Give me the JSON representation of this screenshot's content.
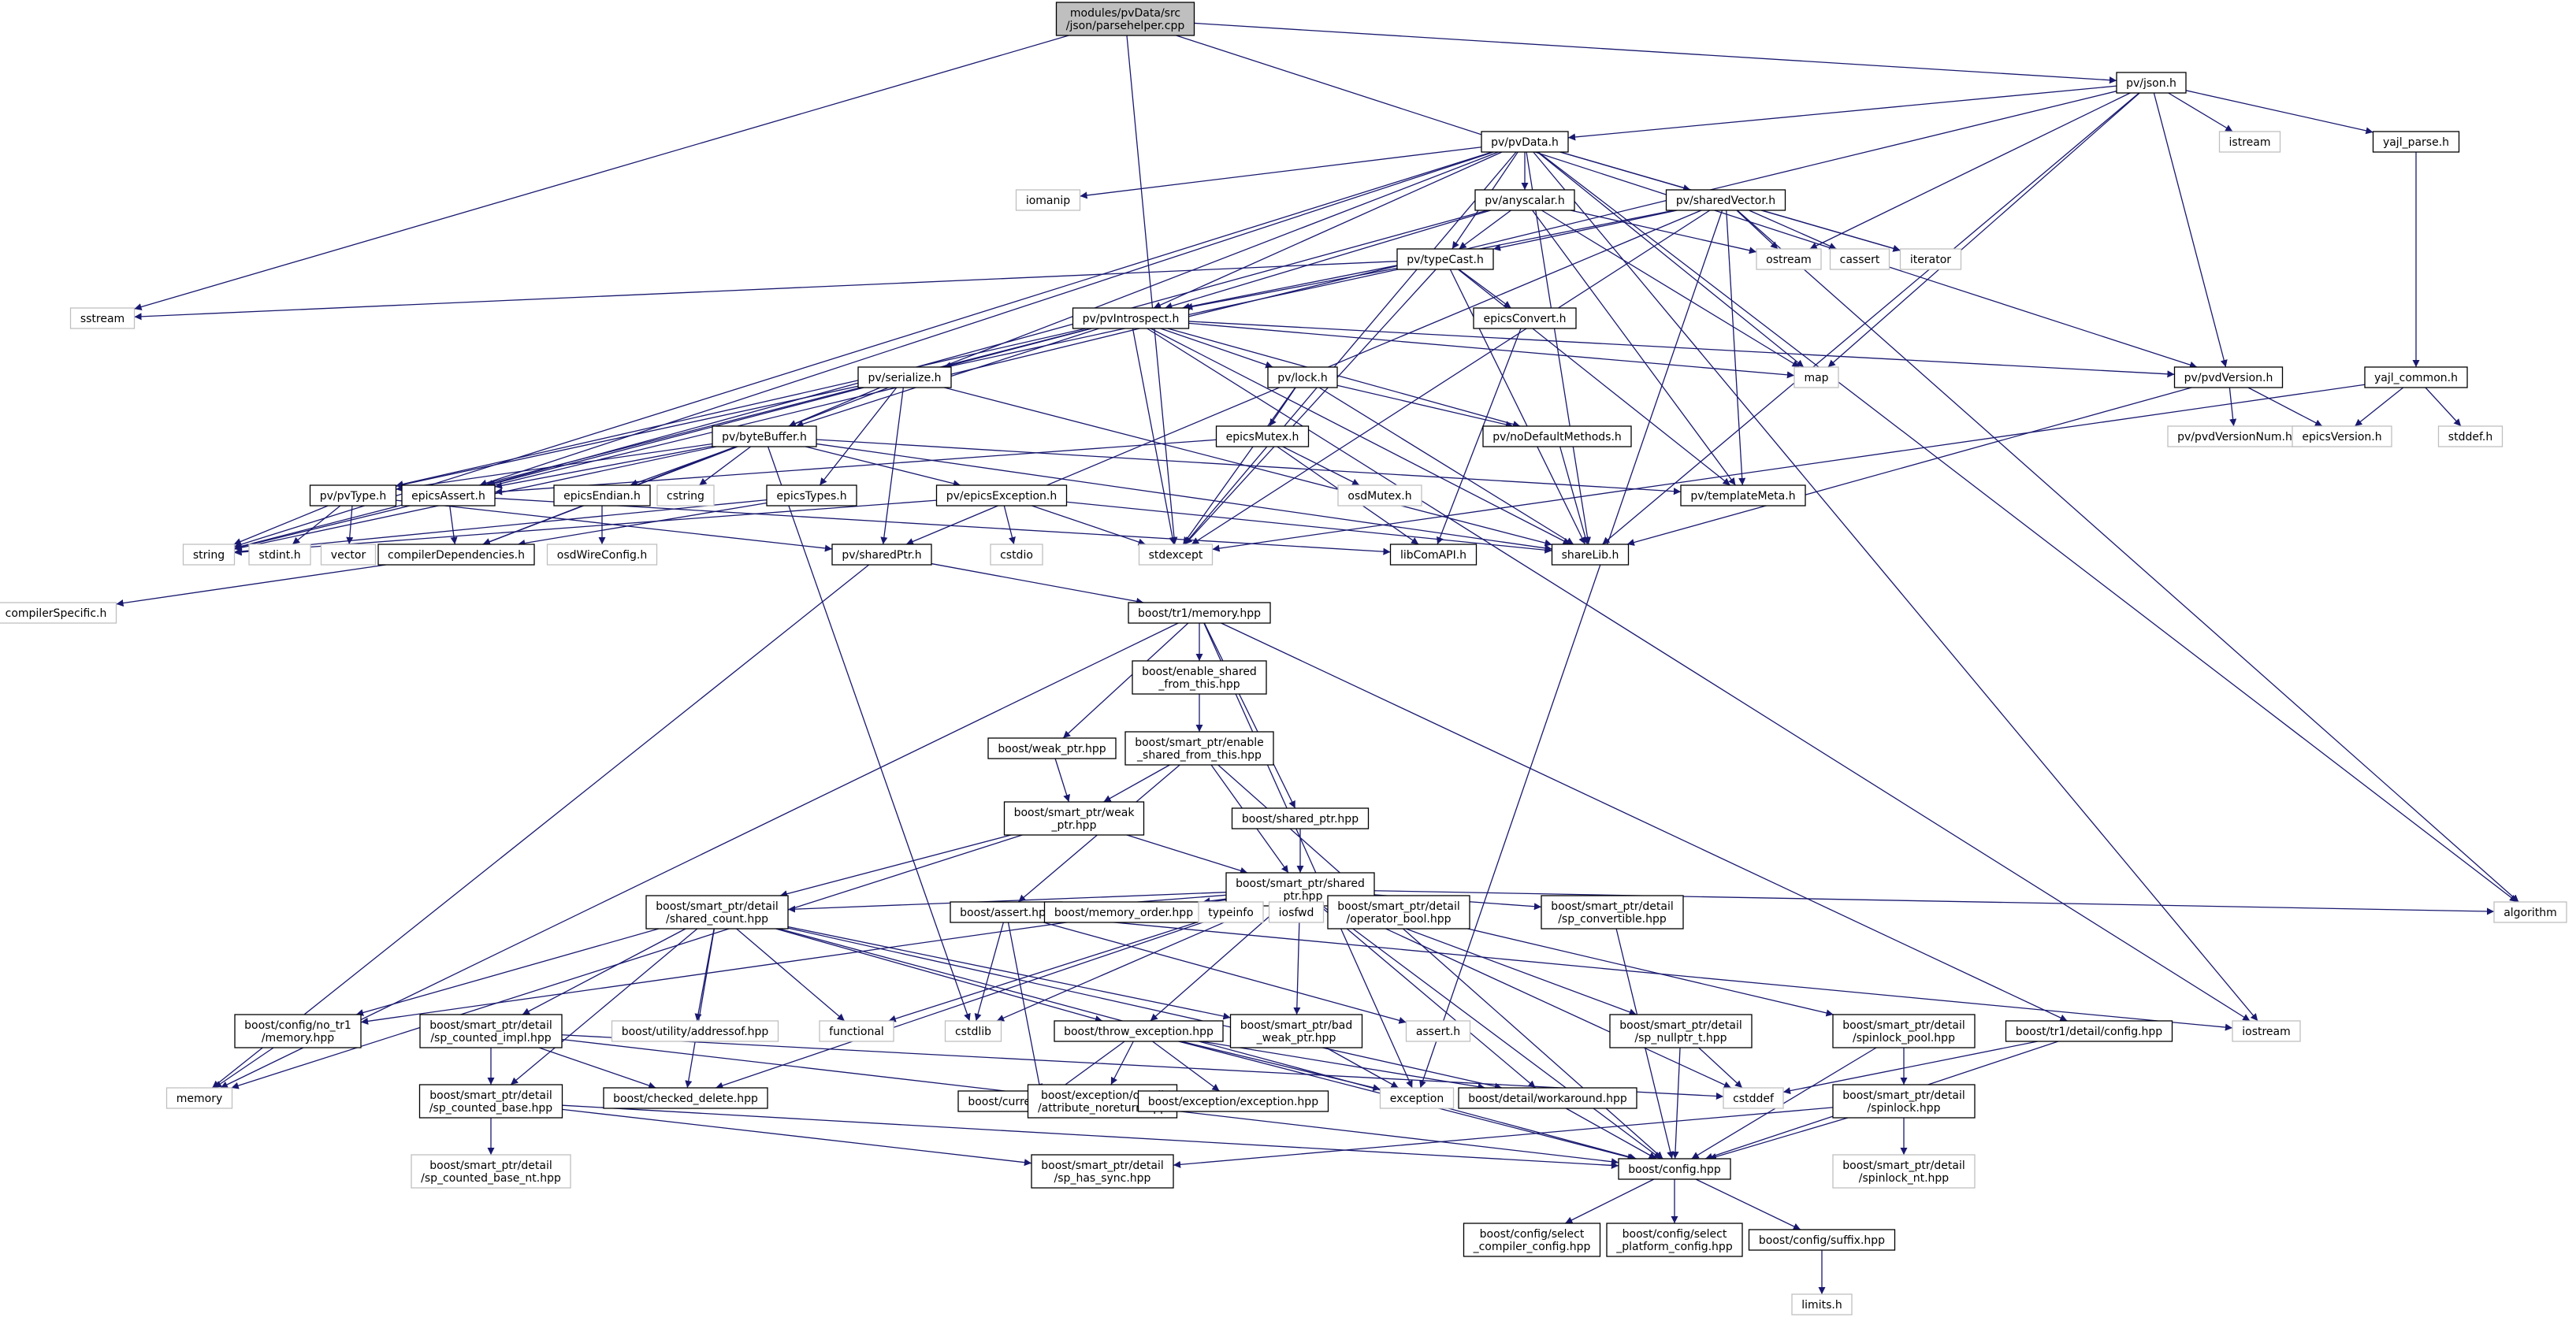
{
  "colors": {
    "edge": "#191970",
    "node_border": "#000000",
    "system_border": "#bfbfbf",
    "root_fill": "#bfbfbf",
    "node_fill": "#ffffff",
    "text": "#000000"
  },
  "nodes": [
    {
      "id": "n0",
      "lines": [
        "modules/pvData/src",
        "/json/parsehelper.cpp"
      ],
      "kind": "root"
    },
    {
      "id": "n1",
      "lines": [
        "pv/json.h"
      ],
      "kind": "file"
    },
    {
      "id": "n2",
      "lines": [
        "sstream"
      ],
      "kind": "system"
    },
    {
      "id": "n3",
      "lines": [
        "pv/pvData.h"
      ],
      "kind": "file"
    },
    {
      "id": "n4",
      "lines": [
        "istream"
      ],
      "kind": "system"
    },
    {
      "id": "n5",
      "lines": [
        "yajl_parse.h"
      ],
      "kind": "file"
    },
    {
      "id": "n6",
      "lines": [
        "iomanip"
      ],
      "kind": "system"
    },
    {
      "id": "n7",
      "lines": [
        "pv/anyscalar.h"
      ],
      "kind": "file"
    },
    {
      "id": "n8",
      "lines": [
        "pv/sharedVector.h"
      ],
      "kind": "file"
    },
    {
      "id": "n9",
      "lines": [
        "ostream"
      ],
      "kind": "system"
    },
    {
      "id": "n10",
      "lines": [
        "cassert"
      ],
      "kind": "system"
    },
    {
      "id": "n11",
      "lines": [
        "iterator"
      ],
      "kind": "system"
    },
    {
      "id": "n12",
      "lines": [
        "pv/typeCast.h"
      ],
      "kind": "file"
    },
    {
      "id": "n13",
      "lines": [
        "epicsConvert.h"
      ],
      "kind": "file"
    },
    {
      "id": "n14",
      "lines": [
        "pv/pvIntrospect.h"
      ],
      "kind": "file"
    },
    {
      "id": "n15",
      "lines": [
        "map"
      ],
      "kind": "system"
    },
    {
      "id": "n16",
      "lines": [
        "pv/pvdVersion.h"
      ],
      "kind": "file"
    },
    {
      "id": "n17",
      "lines": [
        "yajl_common.h"
      ],
      "kind": "file"
    },
    {
      "id": "n18",
      "lines": [
        "pv/serialize.h"
      ],
      "kind": "file"
    },
    {
      "id": "n19",
      "lines": [
        "pv/lock.h"
      ],
      "kind": "file"
    },
    {
      "id": "n20",
      "lines": [
        "pv/byteBuffer.h"
      ],
      "kind": "file"
    },
    {
      "id": "n21",
      "lines": [
        "epicsMutex.h"
      ],
      "kind": "file"
    },
    {
      "id": "n22",
      "lines": [
        "pv/noDefaultMethods.h"
      ],
      "kind": "file"
    },
    {
      "id": "n23",
      "lines": [
        "pv/pvdVersionNum.h"
      ],
      "kind": "system"
    },
    {
      "id": "n24",
      "lines": [
        "epicsVersion.h"
      ],
      "kind": "system"
    },
    {
      "id": "n25",
      "lines": [
        "stddef.h"
      ],
      "kind": "system"
    },
    {
      "id": "n26",
      "lines": [
        "pv/pvType.h"
      ],
      "kind": "file"
    },
    {
      "id": "n27",
      "lines": [
        "epicsAssert.h"
      ],
      "kind": "file"
    },
    {
      "id": "n28",
      "lines": [
        "epicsEndian.h"
      ],
      "kind": "file"
    },
    {
      "id": "n29",
      "lines": [
        "cstring"
      ],
      "kind": "system"
    },
    {
      "id": "n30",
      "lines": [
        "epicsTypes.h"
      ],
      "kind": "file"
    },
    {
      "id": "n31",
      "lines": [
        "pv/epicsException.h"
      ],
      "kind": "file"
    },
    {
      "id": "n32",
      "lines": [
        "osdMutex.h"
      ],
      "kind": "system"
    },
    {
      "id": "n33",
      "lines": [
        "pv/templateMeta.h"
      ],
      "kind": "file"
    },
    {
      "id": "n34",
      "lines": [
        "string"
      ],
      "kind": "system"
    },
    {
      "id": "n35",
      "lines": [
        "stdint.h"
      ],
      "kind": "system"
    },
    {
      "id": "n36",
      "lines": [
        "vector"
      ],
      "kind": "system"
    },
    {
      "id": "n37",
      "lines": [
        "compilerDependencies.h"
      ],
      "kind": "file"
    },
    {
      "id": "n38",
      "lines": [
        "osdWireConfig.h"
      ],
      "kind": "system"
    },
    {
      "id": "n39",
      "lines": [
        "pv/sharedPtr.h"
      ],
      "kind": "file"
    },
    {
      "id": "n40",
      "lines": [
        "cstdio"
      ],
      "kind": "system"
    },
    {
      "id": "n41",
      "lines": [
        "stdexcept"
      ],
      "kind": "system"
    },
    {
      "id": "n42",
      "lines": [
        "libComAPI.h"
      ],
      "kind": "file"
    },
    {
      "id": "n43",
      "lines": [
        "shareLib.h"
      ],
      "kind": "file"
    },
    {
      "id": "n44",
      "lines": [
        "compilerSpecific.h"
      ],
      "kind": "system"
    },
    {
      "id": "n45",
      "lines": [
        "boost/tr1/memory.hpp"
      ],
      "kind": "file"
    },
    {
      "id": "n46",
      "lines": [
        "boost/enable_shared",
        "_from_this.hpp"
      ],
      "kind": "file"
    },
    {
      "id": "n47",
      "lines": [
        "boost/weak_ptr.hpp"
      ],
      "kind": "file"
    },
    {
      "id": "n48",
      "lines": [
        "boost/smart_ptr/enable",
        "_shared_from_this.hpp"
      ],
      "kind": "file"
    },
    {
      "id": "n49",
      "lines": [
        "boost/smart_ptr/weak",
        "_ptr.hpp"
      ],
      "kind": "file"
    },
    {
      "id": "n50",
      "lines": [
        "boost/shared_ptr.hpp"
      ],
      "kind": "file"
    },
    {
      "id": "n51",
      "lines": [
        "boost/smart_ptr/shared",
        "_ptr.hpp"
      ],
      "kind": "file"
    },
    {
      "id": "n52",
      "lines": [
        "boost/smart_ptr/detail",
        "/shared_count.hpp"
      ],
      "kind": "file"
    },
    {
      "id": "n53",
      "lines": [
        "boost/assert.hpp"
      ],
      "kind": "file"
    },
    {
      "id": "n54",
      "lines": [
        "boost/memory_order.hpp"
      ],
      "kind": "file"
    },
    {
      "id": "n55",
      "lines": [
        "typeinfo"
      ],
      "kind": "system"
    },
    {
      "id": "n56",
      "lines": [
        "iosfwd"
      ],
      "kind": "system"
    },
    {
      "id": "n57",
      "lines": [
        "boost/smart_ptr/detail",
        "/operator_bool.hpp"
      ],
      "kind": "file"
    },
    {
      "id": "n58",
      "lines": [
        "boost/smart_ptr/detail",
        "/sp_convertible.hpp"
      ],
      "kind": "file"
    },
    {
      "id": "n59",
      "lines": [
        "algorithm"
      ],
      "kind": "system"
    },
    {
      "id": "n60",
      "lines": [
        "boost/config/no_tr1",
        "/memory.hpp"
      ],
      "kind": "file"
    },
    {
      "id": "n61",
      "lines": [
        "boost/smart_ptr/detail",
        "/sp_counted_impl.hpp"
      ],
      "kind": "file"
    },
    {
      "id": "n62",
      "lines": [
        "boost/utility/addressof.hpp"
      ],
      "kind": "system"
    },
    {
      "id": "n63",
      "lines": [
        "functional"
      ],
      "kind": "system"
    },
    {
      "id": "n64",
      "lines": [
        "cstdlib"
      ],
      "kind": "system"
    },
    {
      "id": "n65",
      "lines": [
        "boost/throw_exception.hpp"
      ],
      "kind": "file"
    },
    {
      "id": "n66",
      "lines": [
        "boost/smart_ptr/bad",
        "_weak_ptr.hpp"
      ],
      "kind": "file"
    },
    {
      "id": "n67",
      "lines": [
        "assert.h"
      ],
      "kind": "system"
    },
    {
      "id": "n68",
      "lines": [
        "boost/smart_ptr/detail",
        "/sp_nullptr_t.hpp"
      ],
      "kind": "file"
    },
    {
      "id": "n69",
      "lines": [
        "boost/smart_ptr/detail",
        "/spinlock_pool.hpp"
      ],
      "kind": "file"
    },
    {
      "id": "n70",
      "lines": [
        "iostream"
      ],
      "kind": "system"
    },
    {
      "id": "n71",
      "lines": [
        "boost/tr1/detail/config.hpp"
      ],
      "kind": "file"
    },
    {
      "id": "n72",
      "lines": [
        "memory"
      ],
      "kind": "system"
    },
    {
      "id": "n73",
      "lines": [
        "boost/smart_ptr/detail",
        "/sp_counted_base.hpp"
      ],
      "kind": "file"
    },
    {
      "id": "n74",
      "lines": [
        "boost/checked_delete.hpp"
      ],
      "kind": "file"
    },
    {
      "id": "n75",
      "lines": [
        "boost/current_function.hpp"
      ],
      "kind": "file"
    },
    {
      "id": "n76",
      "lines": [
        "boost/exception/detail",
        "/attribute_noreturn.hpp"
      ],
      "kind": "file"
    },
    {
      "id": "n77",
      "lines": [
        "boost/exception/exception.hpp"
      ],
      "kind": "file"
    },
    {
      "id": "n78",
      "lines": [
        "exception"
      ],
      "kind": "system"
    },
    {
      "id": "n79",
      "lines": [
        "boost/detail/workaround.hpp"
      ],
      "kind": "file"
    },
    {
      "id": "n80",
      "lines": [
        "cstddef"
      ],
      "kind": "system"
    },
    {
      "id": "n81",
      "lines": [
        "boost/smart_ptr/detail",
        "/spinlock.hpp"
      ],
      "kind": "file"
    },
    {
      "id": "n82",
      "lines": [
        "boost/smart_ptr/detail",
        "/sp_counted_base_nt.hpp"
      ],
      "kind": "system"
    },
    {
      "id": "n83",
      "lines": [
        "boost/smart_ptr/detail",
        "/sp_has_sync.hpp"
      ],
      "kind": "file"
    },
    {
      "id": "n84",
      "lines": [
        "boost/config.hpp"
      ],
      "kind": "file"
    },
    {
      "id": "n85",
      "lines": [
        "boost/smart_ptr/detail",
        "/spinlock_nt.hpp"
      ],
      "kind": "system"
    },
    {
      "id": "n86",
      "lines": [
        "boost/config/select",
        "_compiler_config.hpp"
      ],
      "kind": "file"
    },
    {
      "id": "n87",
      "lines": [
        "boost/config/select",
        "_platform_config.hpp"
      ],
      "kind": "file"
    },
    {
      "id": "n88",
      "lines": [
        "boost/config/suffix.hpp"
      ],
      "kind": "file"
    },
    {
      "id": "n89",
      "lines": [
        "limits.h"
      ],
      "kind": "system"
    }
  ],
  "edges": [
    [
      "n0",
      "n1"
    ],
    [
      "n0",
      "n2"
    ],
    [
      "n0",
      "n41"
    ],
    [
      "n0",
      "n16"
    ],
    [
      "n1",
      "n3"
    ],
    [
      "n1",
      "n34"
    ],
    [
      "n1",
      "n4"
    ],
    [
      "n1",
      "n5"
    ],
    [
      "n1",
      "n9"
    ],
    [
      "n1",
      "n15"
    ],
    [
      "n1",
      "n16"
    ],
    [
      "n1",
      "n43"
    ],
    [
      "n3",
      "n6"
    ],
    [
      "n3",
      "n7"
    ],
    [
      "n3",
      "n8"
    ],
    [
      "n3",
      "n12"
    ],
    [
      "n3",
      "n14"
    ],
    [
      "n3",
      "n15"
    ],
    [
      "n3",
      "n11"
    ],
    [
      "n3",
      "n34"
    ],
    [
      "n3",
      "n41"
    ],
    [
      "n3",
      "n27"
    ],
    [
      "n3",
      "n37"
    ],
    [
      "n3",
      "n59"
    ],
    [
      "n3",
      "n70"
    ],
    [
      "n3",
      "n43"
    ],
    [
      "n5",
      "n17"
    ],
    [
      "n7",
      "n9"
    ],
    [
      "n7",
      "n12"
    ],
    [
      "n7",
      "n14"
    ],
    [
      "n7",
      "n15"
    ],
    [
      "n7",
      "n33"
    ],
    [
      "n7",
      "n27"
    ],
    [
      "n8",
      "n9"
    ],
    [
      "n8",
      "n10"
    ],
    [
      "n8",
      "n11"
    ],
    [
      "n8",
      "n12"
    ],
    [
      "n8",
      "n14"
    ],
    [
      "n8",
      "n39"
    ],
    [
      "n8",
      "n33"
    ],
    [
      "n8",
      "n59"
    ],
    [
      "n8",
      "n41"
    ],
    [
      "n8",
      "n78"
    ],
    [
      "n12",
      "n13"
    ],
    [
      "n12",
      "n14"
    ],
    [
      "n12",
      "n2"
    ],
    [
      "n12",
      "n41"
    ],
    [
      "n12",
      "n33"
    ],
    [
      "n12",
      "n26"
    ],
    [
      "n12",
      "n43"
    ],
    [
      "n13",
      "n42"
    ],
    [
      "n14",
      "n15"
    ],
    [
      "n14",
      "n16"
    ],
    [
      "n14",
      "n18"
    ],
    [
      "n14",
      "n19"
    ],
    [
      "n14",
      "n20"
    ],
    [
      "n14",
      "n22"
    ],
    [
      "n14",
      "n26"
    ],
    [
      "n14",
      "n27"
    ],
    [
      "n14",
      "n34"
    ],
    [
      "n14",
      "n41"
    ],
    [
      "n14",
      "n43"
    ],
    [
      "n14",
      "n70"
    ],
    [
      "n16",
      "n23"
    ],
    [
      "n16",
      "n24"
    ],
    [
      "n16",
      "n43"
    ],
    [
      "n17",
      "n24"
    ],
    [
      "n17",
      "n25"
    ],
    [
      "n17",
      "n41"
    ],
    [
      "n18",
      "n20"
    ],
    [
      "n18",
      "n30"
    ],
    [
      "n18",
      "n39"
    ],
    [
      "n18",
      "n43"
    ],
    [
      "n19",
      "n21"
    ],
    [
      "n19",
      "n22"
    ],
    [
      "n19",
      "n41"
    ],
    [
      "n19",
      "n43"
    ],
    [
      "n20",
      "n26"
    ],
    [
      "n20",
      "n27"
    ],
    [
      "n20",
      "n28"
    ],
    [
      "n20",
      "n29"
    ],
    [
      "n20",
      "n31"
    ],
    [
      "n20",
      "n33"
    ],
    [
      "n20",
      "n34"
    ],
    [
      "n20",
      "n37"
    ],
    [
      "n20",
      "n64"
    ],
    [
      "n20",
      "n43"
    ],
    [
      "n21",
      "n27"
    ],
    [
      "n21",
      "n32"
    ],
    [
      "n21",
      "n42"
    ],
    [
      "n22",
      "n43"
    ],
    [
      "n26",
      "n34"
    ],
    [
      "n26",
      "n35"
    ],
    [
      "n26",
      "n36"
    ],
    [
      "n26",
      "n39"
    ],
    [
      "n27",
      "n37"
    ],
    [
      "n27",
      "n42"
    ],
    [
      "n28",
      "n38"
    ],
    [
      "n30",
      "n34"
    ],
    [
      "n30",
      "n37"
    ],
    [
      "n31",
      "n40"
    ],
    [
      "n31",
      "n41"
    ],
    [
      "n31",
      "n43"
    ],
    [
      "n31",
      "n34"
    ],
    [
      "n37",
      "n44"
    ],
    [
      "n39",
      "n45"
    ],
    [
      "n39",
      "n72"
    ],
    [
      "n45",
      "n46"
    ],
    [
      "n45",
      "n47"
    ],
    [
      "n45",
      "n50"
    ],
    [
      "n45",
      "n71"
    ],
    [
      "n45",
      "n72"
    ],
    [
      "n45",
      "n78"
    ],
    [
      "n46",
      "n48"
    ],
    [
      "n47",
      "n49"
    ],
    [
      "n48",
      "n49"
    ],
    [
      "n48",
      "n51"
    ],
    [
      "n48",
      "n53"
    ],
    [
      "n48",
      "n84"
    ],
    [
      "n49",
      "n51"
    ],
    [
      "n49",
      "n52"
    ],
    [
      "n49",
      "n72"
    ],
    [
      "n50",
      "n51"
    ],
    [
      "n51",
      "n52"
    ],
    [
      "n51",
      "n53"
    ],
    [
      "n51",
      "n54"
    ],
    [
      "n51",
      "n55"
    ],
    [
      "n51",
      "n56"
    ],
    [
      "n51",
      "n57"
    ],
    [
      "n51",
      "n58"
    ],
    [
      "n51",
      "n59"
    ],
    [
      "n51",
      "n60"
    ],
    [
      "n51",
      "n63"
    ],
    [
      "n51",
      "n64"
    ],
    [
      "n51",
      "n65"
    ],
    [
      "n51",
      "n66"
    ],
    [
      "n51",
      "n68"
    ],
    [
      "n51",
      "n69"
    ],
    [
      "n51",
      "n74"
    ],
    [
      "n51",
      "n79"
    ],
    [
      "n51",
      "n80"
    ],
    [
      "n51",
      "n84"
    ],
    [
      "n52",
      "n60"
    ],
    [
      "n52",
      "n61"
    ],
    [
      "n52",
      "n62"
    ],
    [
      "n52",
      "n63"
    ],
    [
      "n52",
      "n65"
    ],
    [
      "n52",
      "n66"
    ],
    [
      "n52",
      "n73"
    ],
    [
      "n52",
      "n74"
    ],
    [
      "n52",
      "n79"
    ],
    [
      "n52",
      "n84"
    ],
    [
      "n53",
      "n64"
    ],
    [
      "n53",
      "n67"
    ],
    [
      "n53",
      "n70"
    ],
    [
      "n53",
      "n75"
    ],
    [
      "n58",
      "n84"
    ],
    [
      "n60",
      "n72"
    ],
    [
      "n61",
      "n73"
    ],
    [
      "n61",
      "n74"
    ],
    [
      "n61",
      "n80"
    ],
    [
      "n61",
      "n84"
    ],
    [
      "n65",
      "n75"
    ],
    [
      "n65",
      "n76"
    ],
    [
      "n65",
      "n77"
    ],
    [
      "n65",
      "n78"
    ],
    [
      "n65",
      "n79"
    ],
    [
      "n65",
      "n84"
    ],
    [
      "n66",
      "n78"
    ],
    [
      "n68",
      "n80"
    ],
    [
      "n68",
      "n84"
    ],
    [
      "n69",
      "n81"
    ],
    [
      "n69",
      "n84"
    ],
    [
      "n71",
      "n80"
    ],
    [
      "n71",
      "n84"
    ],
    [
      "n73",
      "n82"
    ],
    [
      "n73",
      "n83"
    ],
    [
      "n73",
      "n84"
    ],
    [
      "n79",
      "n84"
    ],
    [
      "n81",
      "n83"
    ],
    [
      "n81",
      "n85"
    ],
    [
      "n81",
      "n84"
    ],
    [
      "n84",
      "n86"
    ],
    [
      "n84",
      "n87"
    ],
    [
      "n84",
      "n88"
    ],
    [
      "n88",
      "n89"
    ]
  ]
}
